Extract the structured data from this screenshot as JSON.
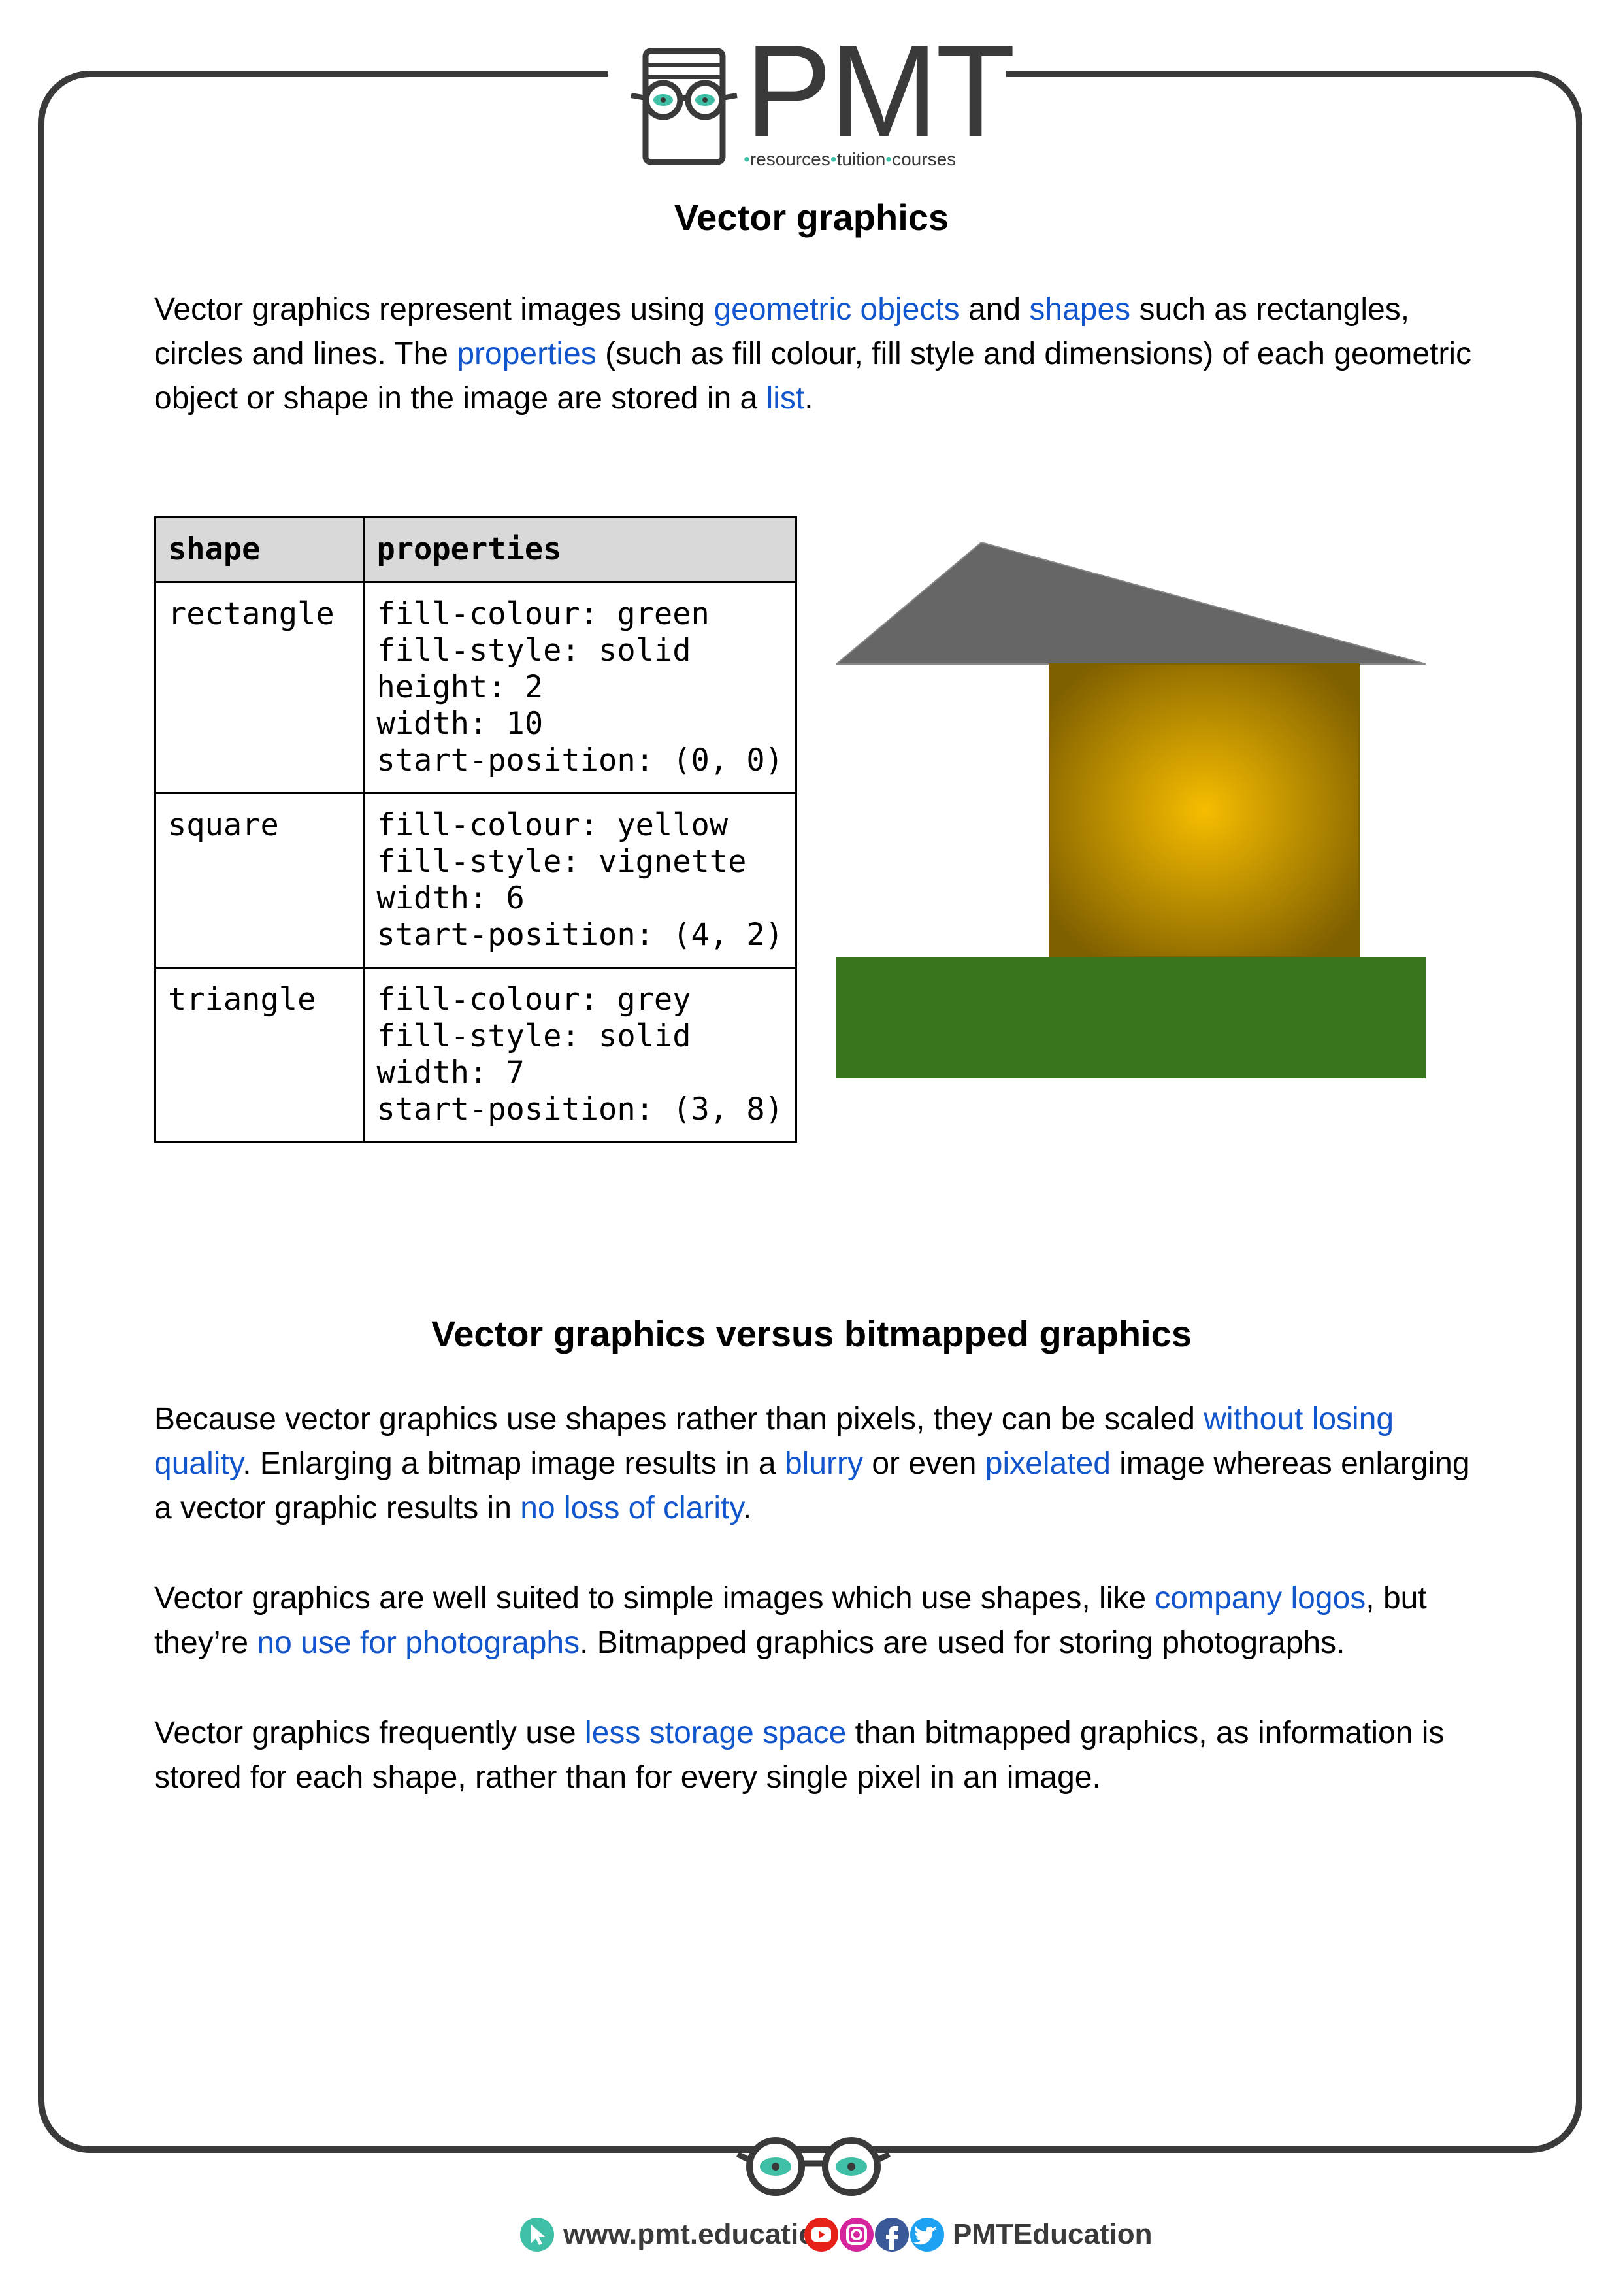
{
  "logo": {
    "text": "PMT",
    "tagline_parts": [
      "resources",
      "tuition",
      "courses"
    ]
  },
  "title": "Vector graphics",
  "intro": [
    {
      "t": "Vector graphics represent images using ",
      "hl": false
    },
    {
      "t": "geometric objects",
      "hl": true
    },
    {
      "t": " and ",
      "hl": false
    },
    {
      "t": "shapes",
      "hl": true
    },
    {
      "t": " such as rectangles, circles and lines. The ",
      "hl": false
    },
    {
      "t": "properties",
      "hl": true
    },
    {
      "t": " (such as fill colour, fill style and dimensions) of each geometric object or shape in the image are stored in a ",
      "hl": false
    },
    {
      "t": "list",
      "hl": true
    },
    {
      "t": ".",
      "hl": false
    }
  ],
  "table": {
    "headers": [
      "shape",
      "properties"
    ],
    "rows": [
      {
        "shape": "rectangle",
        "properties": [
          "fill-colour: green",
          "fill-style: solid",
          "height: 2",
          "width: 10",
          "start-position: (0, 0)"
        ]
      },
      {
        "shape": "square",
        "properties": [
          "fill-colour: yellow",
          "fill-style: vignette",
          "width: 6",
          "start-position: (4, 2)"
        ]
      },
      {
        "shape": "triangle",
        "properties": [
          "fill-colour: grey",
          "fill-style: solid",
          "width: 7",
          "start-position: (3, 8)"
        ]
      }
    ]
  },
  "colors": {
    "highlight": "#1155cc",
    "house_roof": "#666666",
    "house_body_center": "#f6bd00",
    "house_body_edge": "#7f5f00",
    "house_ground": "#38761d",
    "frame": "#3a3a3a",
    "accent": "#3fbfa6"
  },
  "section2_title": "Vector graphics versus bitmapped graphics",
  "para1": [
    {
      "t": "Because vector graphics use shapes rather than pixels, they can be scaled ",
      "hl": false
    },
    {
      "t": "without losing quality",
      "hl": true
    },
    {
      "t": ". Enlarging a bitmap image results in a ",
      "hl": false
    },
    {
      "t": "blurry",
      "hl": true
    },
    {
      "t": " or even ",
      "hl": false
    },
    {
      "t": "pixelated",
      "hl": true
    },
    {
      "t": " image whereas enlarging a vector graphic results in ",
      "hl": false
    },
    {
      "t": "no loss of clarity",
      "hl": true
    },
    {
      "t": ".",
      "hl": false
    }
  ],
  "para2": [
    {
      "t": "Vector graphics are well suited to simple images which use shapes, like ",
      "hl": false
    },
    {
      "t": "company logos",
      "hl": true
    },
    {
      "t": ", but they’re ",
      "hl": false
    },
    {
      "t": "no use for photographs",
      "hl": true
    },
    {
      "t": ". Bitmapped graphics are used for storing photographs.",
      "hl": false
    }
  ],
  "para3": [
    {
      "t": "Vector graphics frequently use ",
      "hl": false
    },
    {
      "t": "less storage space",
      "hl": true
    },
    {
      "t": " than bitmapped graphics, as information is stored for each shape, rather than for every single pixel in an image.",
      "hl": false
    }
  ],
  "footer": {
    "website": "www.pmt.education",
    "handle": "PMTEducation",
    "icons": [
      "cursor-icon",
      "youtube-icon",
      "instagram-icon",
      "facebook-icon",
      "twitter-icon"
    ]
  }
}
